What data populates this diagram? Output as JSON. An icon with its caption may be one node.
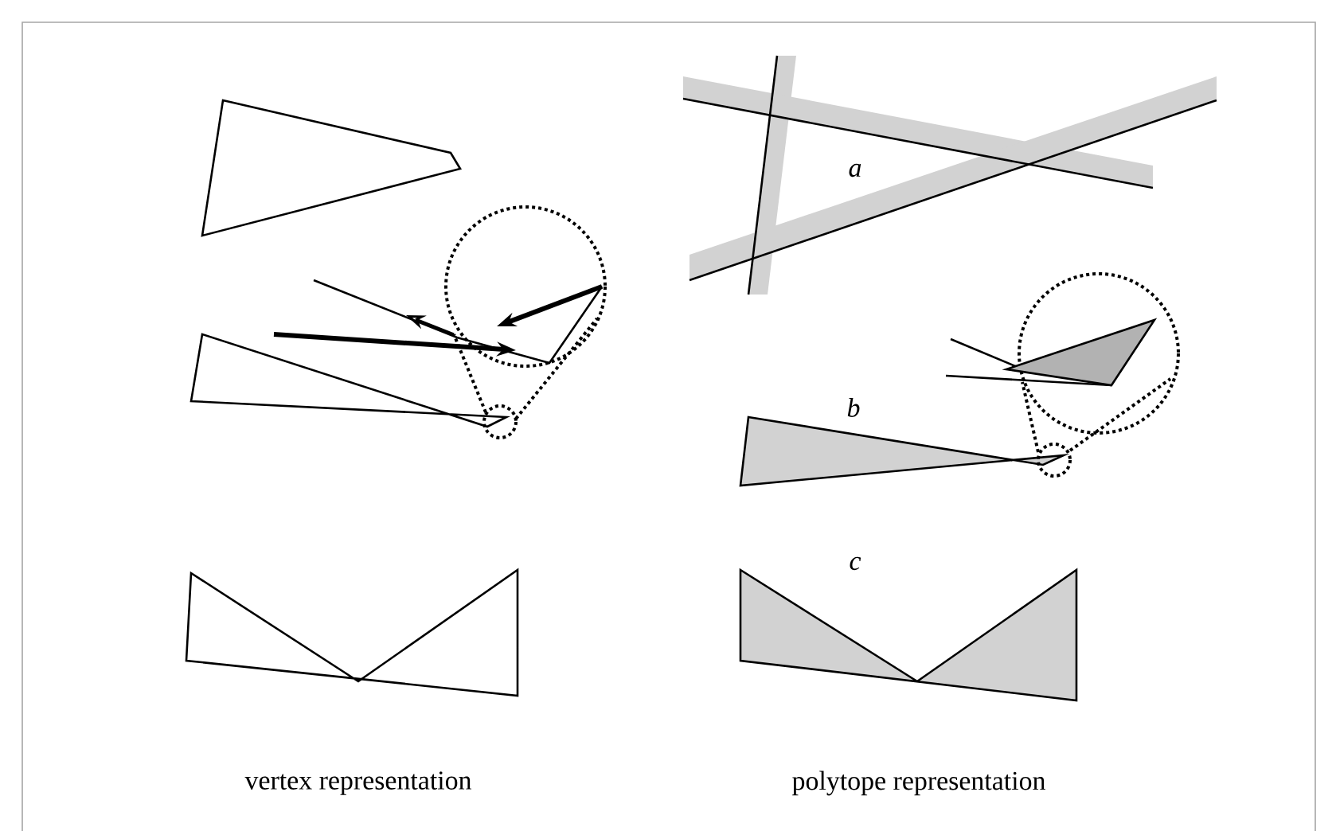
{
  "diagram": {
    "labels": [
      "a",
      "b",
      "c",
      "vertex representation",
      "polytope representation"
    ]
  }
}
